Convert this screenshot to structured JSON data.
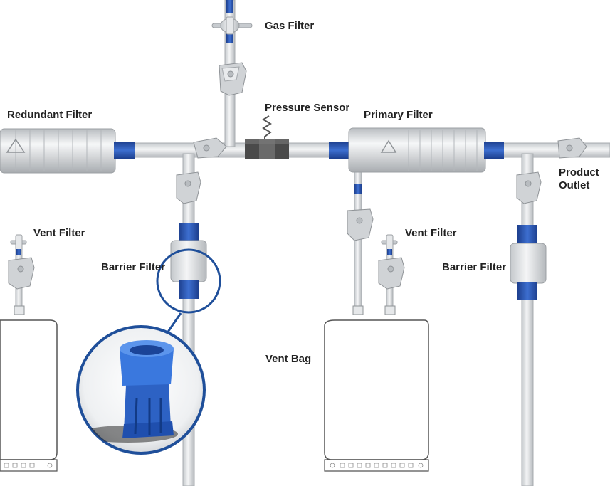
{
  "labels": {
    "gas_filter": "Gas Filter",
    "redundant_filter": "Redundant Filter",
    "pressure_sensor": "Pressure Sensor",
    "primary_filter": "Primary Filter",
    "product_outlet": "Product Outlet",
    "vent_filter_left": "Vent Filter",
    "vent_filter_right": "Vent Filter",
    "barrier_filter_left": "Barrier Filter",
    "barrier_filter_right": "Barrier Filter",
    "vent_bag": "Vent Bag"
  },
  "colors": {
    "tube": "#d7dadd",
    "tube_edge": "#a9adb1",
    "connector_blue": "#2b57b5",
    "callout_ring": "#1f4f9a",
    "clamp": "#c9cccf",
    "sensor_body": "#4a4a4a"
  },
  "icons": {
    "callout": "blue-barrier-connector-closeup"
  }
}
